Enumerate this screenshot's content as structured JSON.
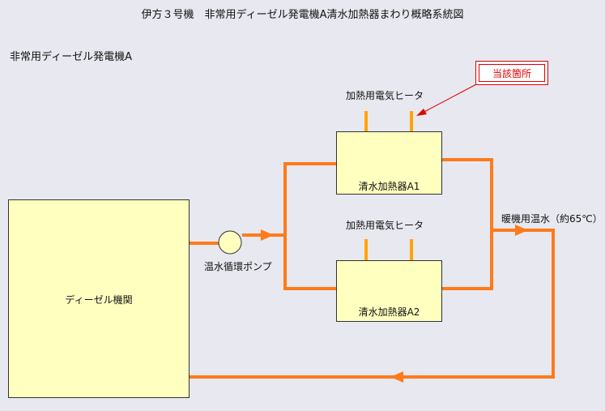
{
  "title": "伊方３号機　非常用ディーゼル発電機A清水加熱器まわり概略系統図",
  "subtitle": "非常用ディーゼル発電機A",
  "callout": "当該箇所",
  "heater_label_1": "加熱用電気ヒータ",
  "heater_label_2": "加熱用電気ヒータ",
  "heater_a1_label": "清水加熱器A1",
  "heater_a2_label": "清水加熱器A2",
  "engine_label": "ディーゼル機関",
  "pump_label": "温水循環ポンプ",
  "flow_label": "暖機用温水（約65℃）",
  "colors": {
    "pipe": "#ff7a1a",
    "heater_element": "#ffa500",
    "box_fill": "#ffffc0",
    "callout": "#e00000",
    "background": "#e8e8f0"
  }
}
